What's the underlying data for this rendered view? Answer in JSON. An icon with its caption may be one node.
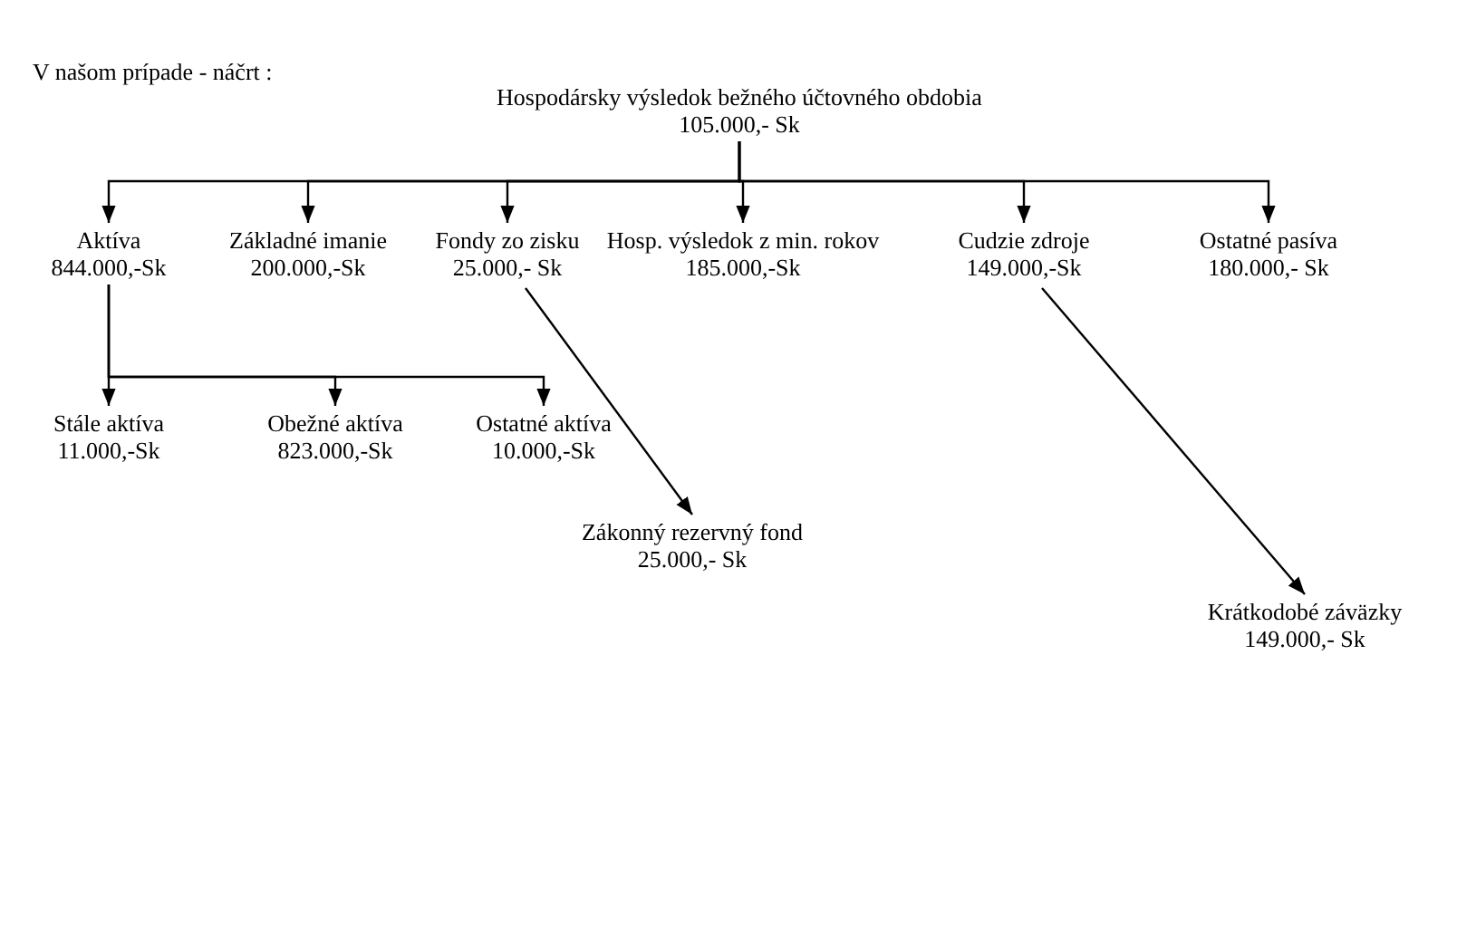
{
  "diagram": {
    "title": "V našom prípade - náčrt :",
    "nodes": [
      {
        "text": [
          "Hospodársky výsledok bežného účtovného obdobia",
          "105.000,- Sk"
        ]
      },
      {
        "text": [
          "Aktíva",
          "844.000,-Sk"
        ]
      },
      {
        "text": [
          "Základné imanie",
          "200.000,-Sk"
        ]
      },
      {
        "text": [
          "Fondy zo zisku",
          "25.000,- Sk"
        ]
      },
      {
        "text": [
          "Hosp. výsledok z min. rokov",
          "185.000,-Sk"
        ]
      },
      {
        "text": [
          "Cudzie zdroje",
          "149.000,-Sk"
        ]
      },
      {
        "text": [
          "Ostatné pasíva",
          "180.000,- Sk"
        ]
      },
      {
        "text": [
          "Stále aktíva",
          "11.000,-Sk"
        ]
      },
      {
        "text": [
          "Obežné aktíva",
          "823.000,-Sk"
        ]
      },
      {
        "text": [
          "Ostatné aktíva",
          "10.000,-Sk"
        ]
      },
      {
        "text": [
          "Zákonný rezervný fond",
          "25.000,- Sk"
        ]
      },
      {
        "text": [
          "Krátkodobé záväzky",
          "149.000,- Sk"
        ]
      }
    ],
    "edges": [
      {
        "from": 0,
        "to": 1,
        "arrow": "to"
      },
      {
        "from": 0,
        "to": 2,
        "arrow": "to"
      },
      {
        "from": 0,
        "to": 3,
        "arrow": "to"
      },
      {
        "from": 0,
        "to": 4,
        "arrow": "to"
      },
      {
        "from": 0,
        "to": 5,
        "arrow": "to"
      },
      {
        "from": 0,
        "to": 6,
        "arrow": "to"
      },
      {
        "from": 1,
        "to": 7,
        "arrow": "to"
      },
      {
        "from": 1,
        "to": 8,
        "arrow": "to"
      },
      {
        "from": 1,
        "to": 9,
        "arrow": "to"
      },
      {
        "from": 3,
        "to": 10,
        "arrow": "to"
      },
      {
        "from": 5,
        "to": 11,
        "arrow": "to"
      }
    ]
  }
}
